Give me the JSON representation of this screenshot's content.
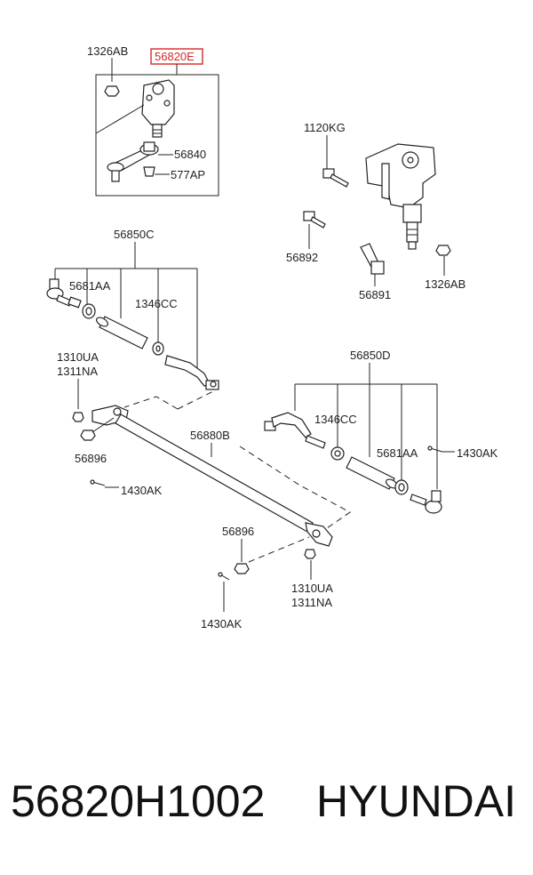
{
  "labels": {
    "l1326ab_top": "1326AB",
    "l56820e": "56820E",
    "l56840": "56840",
    "l577ap": "577AP",
    "l1120kg": "1120KG",
    "l56892": "56892",
    "l56891": "56891",
    "l1326ab_right": "1326AB",
    "l56850c": "56850C",
    "l5681aa_left": "5681AA",
    "l1346cc_left": "1346CC",
    "l1310ua_left": "1310UA",
    "l1311na_left": "1311NA",
    "l56896_left": "56896",
    "l1430ak_left": "1430AK",
    "l56880b": "56880B",
    "l56850d": "56850D",
    "l1346cc_right": "1346CC",
    "l5681aa_right": "5681AA",
    "l1430ak_right": "1430AK",
    "l56896_bottom": "56896",
    "l1310ua_bottom": "1310UA",
    "l1311na_bottom": "1311NA",
    "l1430ak_bottom": "1430AK"
  },
  "colors": {
    "highlight": "#d62828",
    "line": "#222222"
  },
  "footer": {
    "part_number": "56820H1002",
    "brand": "HYUNDAI"
  }
}
